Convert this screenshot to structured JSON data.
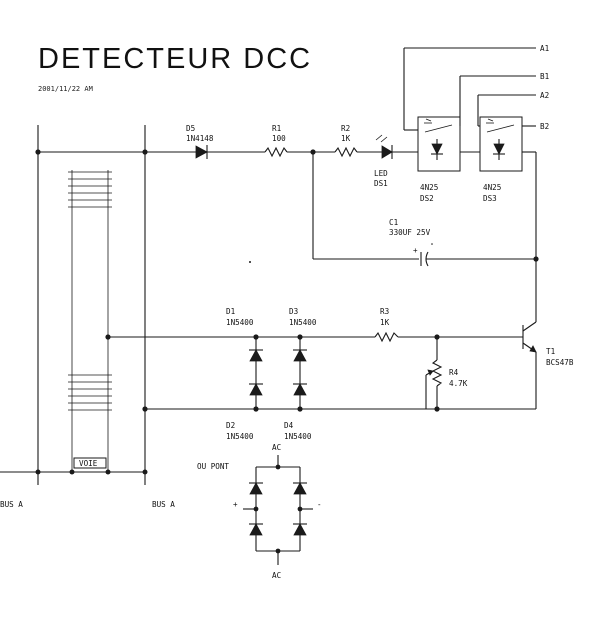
{
  "title": "DETECTEUR DCC",
  "date": "2001/11/22 AM",
  "labels": {
    "d5_ref": "D5",
    "d5_val": "1N4148",
    "r1_ref": "R1",
    "r1_val": "100",
    "r2_ref": "R2",
    "r2_val": "1K",
    "led_ref": "LED",
    "ds1_ref": "DS1",
    "ds2_part": "4N25",
    "ds2_ref": "DS2",
    "ds3_part": "4N25",
    "ds3_ref": "DS3",
    "a1": "A1",
    "b1": "B1",
    "a2": "A2",
    "b2": "B2",
    "c1_ref": "C1",
    "c1_val": "330UF 25V",
    "c1_plus": "+",
    "d1_ref": "D1",
    "d1_val": "1N5400",
    "d3_ref": "D3",
    "d3_val": "1N5400",
    "r3_ref": "R3",
    "r3_val": "1K",
    "t1_ref": "T1",
    "t1_val": "BCS47B",
    "r4_ref": "R4",
    "r4_val": "4.7K",
    "d2_ref": "D2",
    "d2_val": "1N5400",
    "d4_ref": "D4",
    "d4_val": "1N5400",
    "voie": "VOIE",
    "bus_a_left": "BUS A",
    "bus_a_right": "BUS A",
    "ou_pont": "OU PONT",
    "ac_top": "AC",
    "ac_bottom": "AC",
    "bridge_plus": "+",
    "bridge_minus": "-"
  }
}
